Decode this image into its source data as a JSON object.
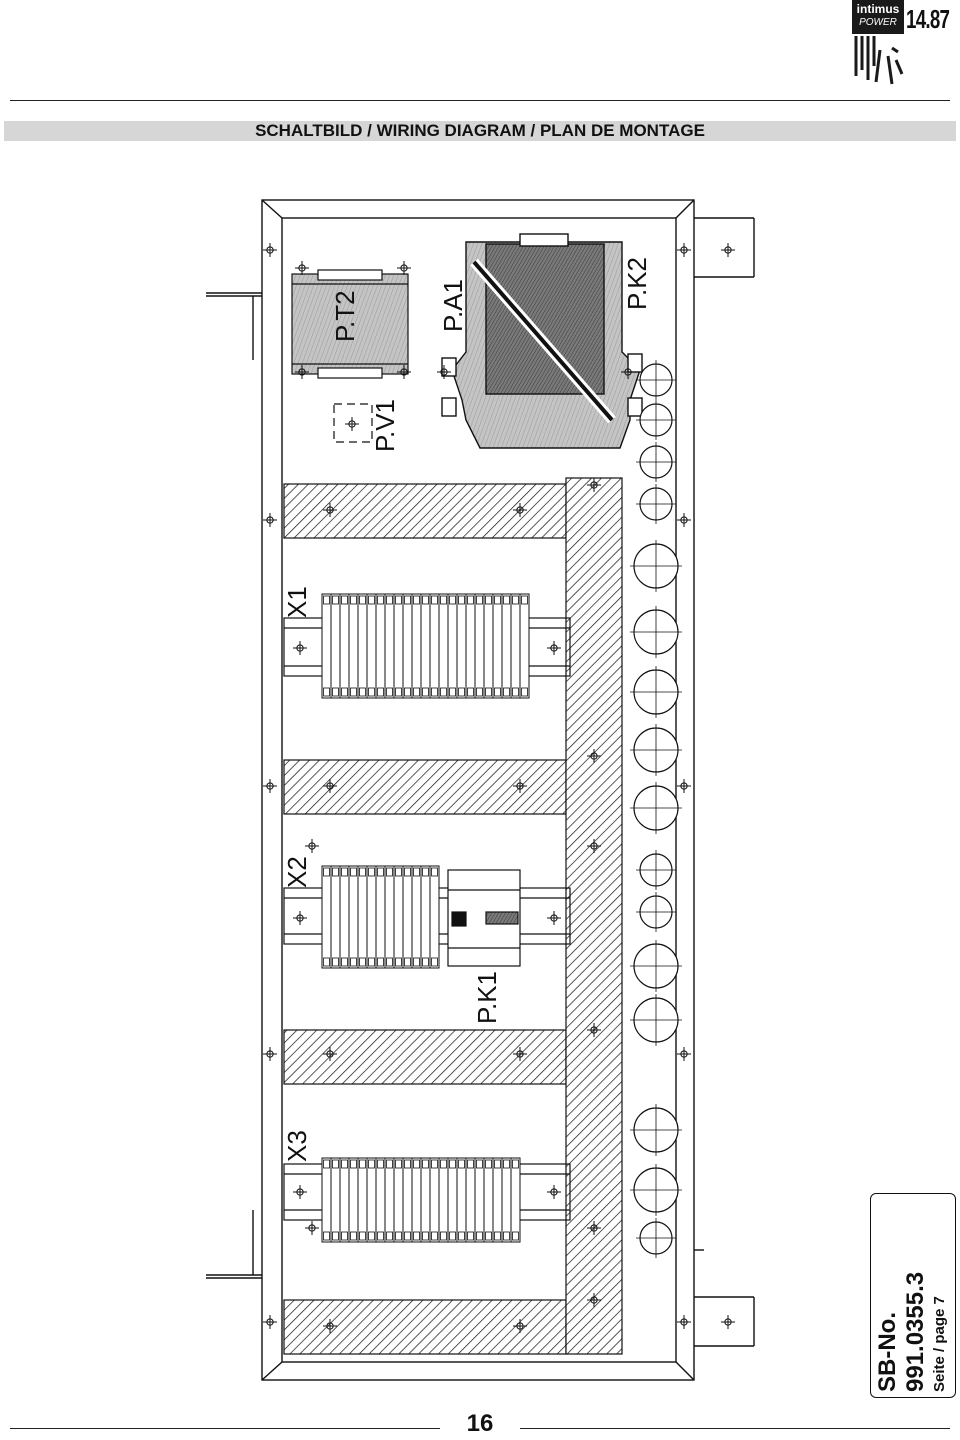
{
  "header": {
    "brand_name": "intimus",
    "brand_sub": "POWER",
    "page_code": "14.87",
    "title": "SCHALTBILD / WIRING DIAGRAM / PLAN DE MONTAGE"
  },
  "diagram": {
    "components": {
      "transformer": "P.T2",
      "fuse_holder": "P.V1",
      "unit_a1": "P.A1",
      "unit_k2": "P.K2",
      "terminal_x1": "X1",
      "terminal_x2": "X2",
      "relay_k1": "P.K1",
      "terminal_x3": "X3"
    }
  },
  "sb_box": {
    "label": "SB-No.",
    "number": "991.0355.3",
    "page": "Seite / page 7"
  },
  "footer": {
    "page_number": "16"
  },
  "colors": {
    "line": "#111111",
    "hatch": "#111111",
    "title_bar": "#d6d6d6"
  }
}
